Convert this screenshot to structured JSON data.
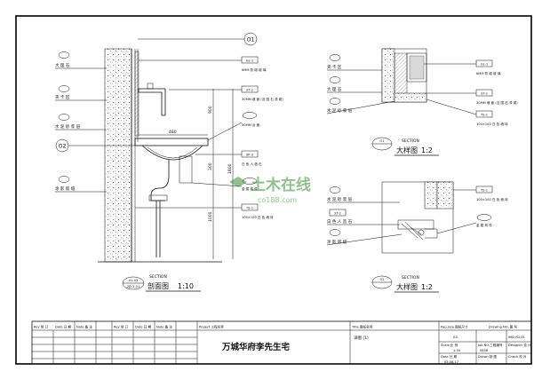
{
  "elevation": {
    "left_labels": [
      "大 理 石",
      "夹 卡 区",
      "水 泥 砂 浆 层",
      "涂 影 嵌 缝"
    ],
    "right_labels": [
      {
        "code": "GL-1",
        "text": "6MM 防 磁 玻 璃"
      },
      {
        "code": "ST-2",
        "text": "30MM 墙 面 (法 国 石 漆 裙)"
      },
      {
        "code": "",
        "text": "30MM 台 面"
      },
      {
        "code": "SP-3",
        "text": "白 色 人 造 石"
      },
      {
        "code": "",
        "text": "金 属 构 件"
      },
      {
        "code": "TS-1",
        "text": "100×100 白 色 墙 砖"
      }
    ],
    "section_marker": "O1",
    "section_marker_2": "O2",
    "dims": [
      "900",
      "480",
      "300",
      "1000",
      "1800"
    ],
    "title_code": "A1-03",
    "title_sub": "2D-2-01",
    "title_main": "剖面图",
    "title_section": "SECTION",
    "title_scale": "1:10"
  },
  "detail1": {
    "left_labels": [
      "夹 卡 区",
      "大 理 石",
      "水 泥 砂 浆 层"
    ],
    "right_labels": [
      {
        "code": "GL-1",
        "text": "6MM 防 磁 玻 璃"
      },
      {
        "code": "ST-2",
        "text": "30MM 墙 面 (法 国 石 漆 裙)"
      },
      {
        "code": "TS-1",
        "text": "100×100 白 色 墙 砖"
      }
    ],
    "marker": "O1",
    "title_section": "SECTION",
    "title_main": "大样图",
    "title_scale": "1:2"
  },
  "detail2": {
    "left_labels": [
      "水 泥 砂 浆 层",
      "白 色 人 造 石",
      "涂 影 嵌 缝"
    ],
    "right_labels": [
      {
        "code": "TS-1",
        "text": "100×100 白 色 墙 砖"
      },
      {
        "code": "",
        "text": "金 属 构 件"
      }
    ],
    "marker": "O2",
    "title_section": "SECTION",
    "title_main": "大样图",
    "title_scale": "1:2"
  },
  "watermark": {
    "brand": "土木在线",
    "url": "co188.com"
  },
  "title_block": {
    "rev_headers": [
      "Rev 修 订",
      "Date 日 期",
      "Note 备 注"
    ],
    "project_label": "Project 工程名称",
    "project_name": "万城华府李先生宅",
    "title_label": "Title 图纸名称",
    "drawing_title": "详图 (1)",
    "paper_label": "Pap.Size 图纸尺寸",
    "paper_value": "A3",
    "sheet_label": "Drawing NO. 图 号",
    "sheet_value": "IMD-FD-01",
    "scale_label": "Scale 比 例",
    "scale_value": "1:50",
    "job_label": "Job NO.工程编号",
    "job_value": "0858",
    "designer_label": "Designer 设 计",
    "date_label": "Date 日 期",
    "date_value": "05.08.17",
    "drawn_label": "Drawn 制 图",
    "check_label": "Check 校 对"
  }
}
